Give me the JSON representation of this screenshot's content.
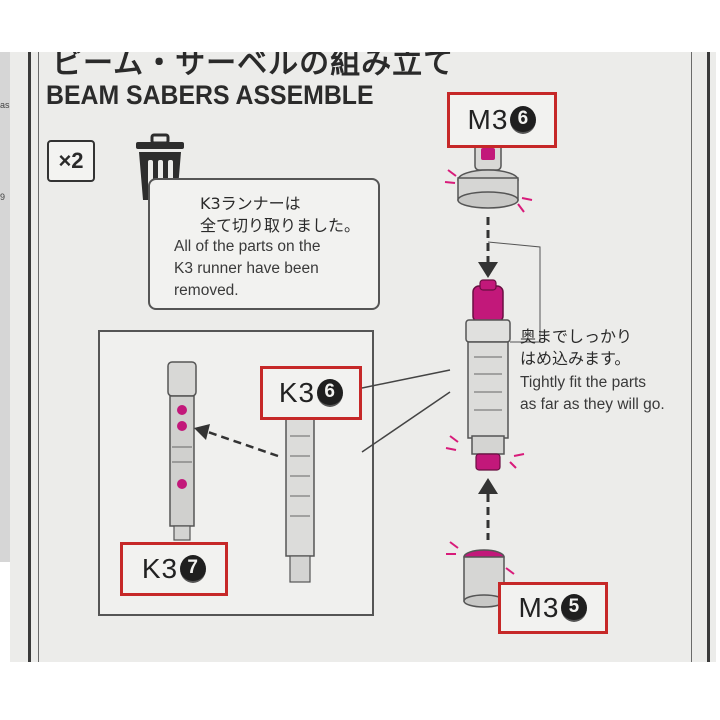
{
  "title": {
    "japanese": "ビーム・サーベルの組み立て",
    "english": "BEAM SABERS ASSEMBLE"
  },
  "quantity_badge": "×2",
  "bubble": {
    "line1_jp": "K3ランナーは",
    "line2_jp": "全て切り取りました。",
    "english_lines": [
      "All of the parts on the",
      "K3 runner have been",
      "removed."
    ]
  },
  "parts": {
    "top_right": {
      "prefix": "M3",
      "number": "6"
    },
    "bottom_right": {
      "prefix": "M3",
      "number": "5"
    },
    "detail_callout": {
      "prefix": "K3",
      "number": "6"
    },
    "detail_bottom": {
      "prefix": "K3",
      "number": "7"
    }
  },
  "note": {
    "jp_lines": [
      "奥までしっかり",
      "はめ込みます。"
    ],
    "en_lines": [
      "Tightly fit the parts",
      "as far as they will go."
    ]
  },
  "colors": {
    "badge_border": "#c62828",
    "part_magenta": "#c2187a",
    "line": "#444444"
  },
  "icons": [
    "trash-icon",
    "arrow-down-icon",
    "arrow-up-icon",
    "insert-arrow-icon"
  ]
}
